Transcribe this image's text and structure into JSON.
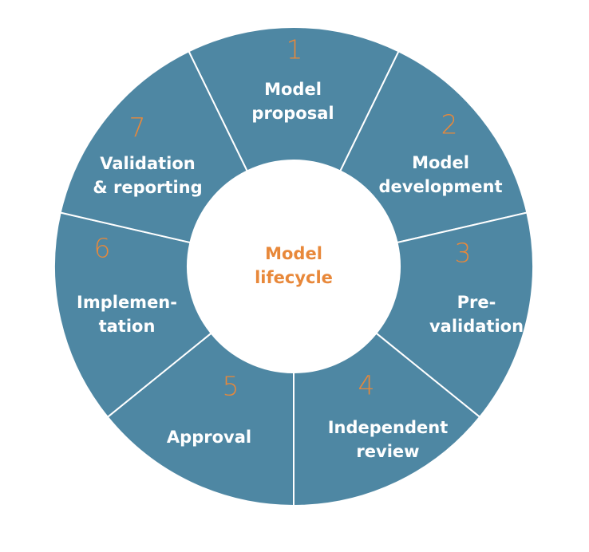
{
  "colors": {
    "segment_fill": "#4e87a3",
    "separator": "#ffffff",
    "number": "#e8883a",
    "center_fill": "#ffffff",
    "center_text": "#e8883a"
  },
  "center": {
    "lines": [
      "Model",
      "lifecycle"
    ]
  },
  "segments": [
    {
      "number": "1",
      "lines": [
        "Model",
        "proposal"
      ]
    },
    {
      "number": "2",
      "lines": [
        "Model",
        "development"
      ]
    },
    {
      "number": "3",
      "lines": [
        "Pre-",
        "validation"
      ]
    },
    {
      "number": "4",
      "lines": [
        "Independent",
        "review"
      ]
    },
    {
      "number": "5",
      "lines": [
        "Approval"
      ]
    },
    {
      "number": "6",
      "lines": [
        "Implemen-",
        "tation"
      ]
    },
    {
      "number": "7",
      "lines": [
        "Validation",
        "& reporting"
      ]
    }
  ]
}
